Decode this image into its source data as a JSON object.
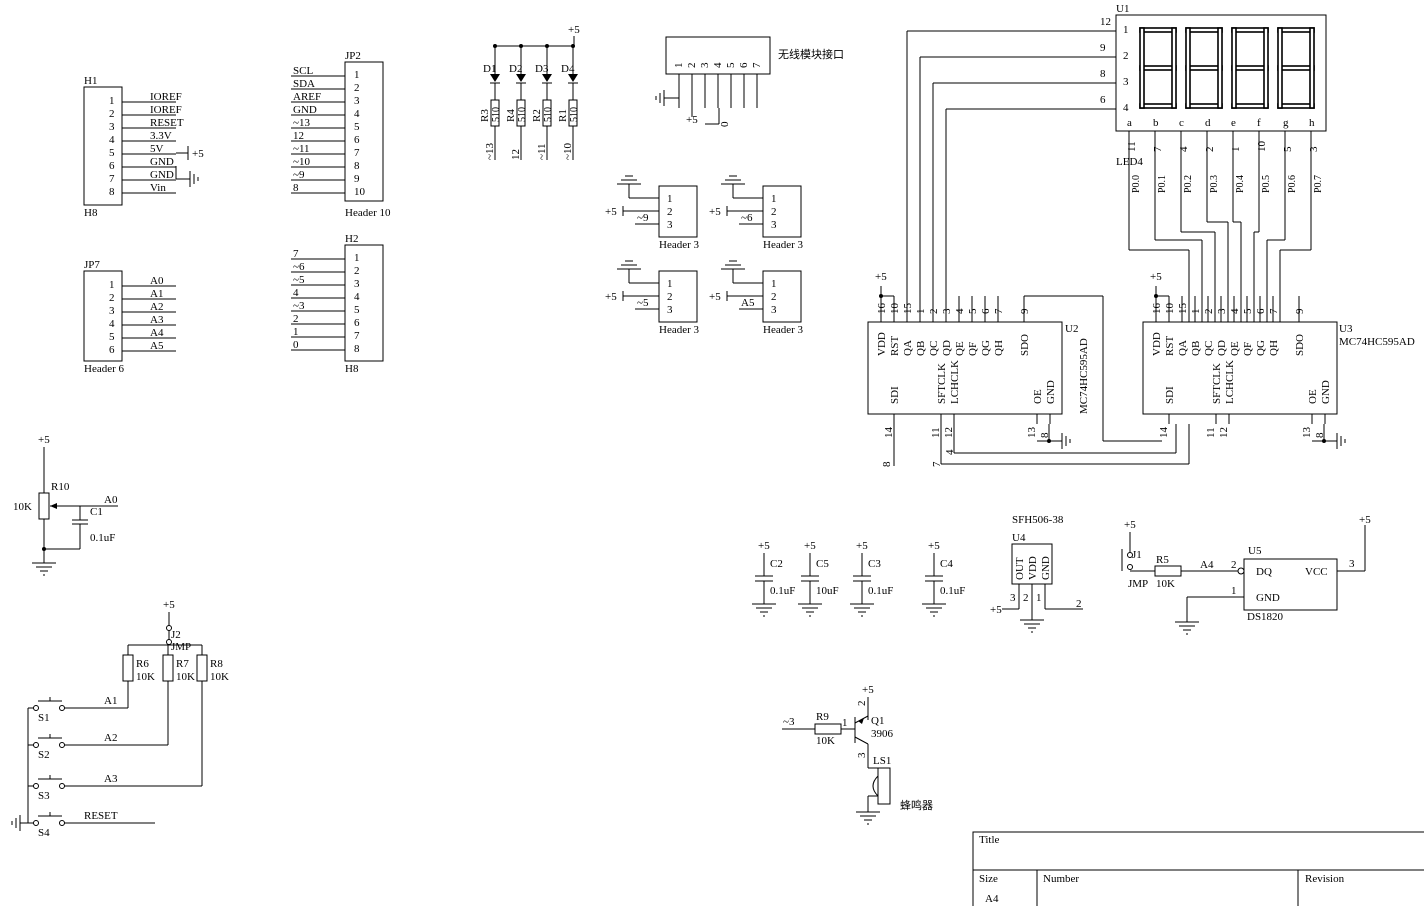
{
  "title_block": {
    "title_label": "Title",
    "size_label": "Size",
    "size_value": "A4",
    "number_label": "Number",
    "revision_label": "Revision"
  },
  "h1": {
    "ref": "H1",
    "footer": "H8",
    "pins": [
      "1",
      "2",
      "3",
      "4",
      "5",
      "6",
      "7",
      "8"
    ],
    "nets": [
      "IOREF",
      "IOREF",
      "RESET",
      "3.3V",
      "5V",
      "GND",
      "GND",
      "Vin"
    ],
    "pwr": "+5"
  },
  "jp2": {
    "ref": "JP2",
    "footer": "Header 10",
    "pins": [
      "1",
      "2",
      "3",
      "4",
      "5",
      "6",
      "7",
      "8",
      "9",
      "10"
    ],
    "nets": [
      "SCL",
      "SDA",
      "AREF",
      "GND",
      "~13",
      "12",
      "~11",
      "~10",
      "~9",
      "8"
    ]
  },
  "h2": {
    "ref": "H2",
    "footer": "H8",
    "pins": [
      "1",
      "2",
      "3",
      "4",
      "5",
      "6",
      "7",
      "8"
    ],
    "nets": [
      "7",
      "~6",
      "~5",
      "4",
      "~3",
      "2",
      "1",
      "0"
    ]
  },
  "jp7": {
    "ref": "JP7",
    "footer": "Header 6",
    "pins": [
      "1",
      "2",
      "3",
      "4",
      "5",
      "6"
    ],
    "nets": [
      "A0",
      "A1",
      "A2",
      "A3",
      "A4",
      "A5"
    ]
  },
  "leds": {
    "pwr": "+5",
    "items": [
      {
        "d": "D1",
        "r": "R3",
        "val": "510",
        "net": "~13"
      },
      {
        "d": "D2",
        "r": "R4",
        "val": "510",
        "net": "12"
      },
      {
        "d": "D3",
        "r": "R2",
        "val": "510",
        "net": "~11"
      },
      {
        "d": "D4",
        "r": "R1",
        "val": "510",
        "net": "~10"
      }
    ]
  },
  "wireless": {
    "label": "无线模块接口",
    "pins": [
      "1",
      "2",
      "3",
      "4",
      "5",
      "6",
      "7"
    ],
    "pwr": "+5",
    "zero": "0"
  },
  "servo_headers": {
    "footer": "Header 3",
    "pins": [
      "1",
      "2",
      "3"
    ],
    "pwr": "+5",
    "items": [
      {
        "net": "~9"
      },
      {
        "net": "~6"
      },
      {
        "net": "~5"
      },
      {
        "net": "A5"
      }
    ]
  },
  "u1": {
    "ref": "U1",
    "footer": "LED4",
    "left_pins": [
      "1",
      "2",
      "3",
      "4"
    ],
    "left_nets": [
      "12",
      "9",
      "8",
      "6"
    ],
    "seg_names": [
      "a",
      "b",
      "c",
      "d",
      "e",
      "f",
      "g",
      "h"
    ],
    "seg_pins": [
      "11",
      "7",
      "4",
      "2",
      "1",
      "10",
      "5",
      "3"
    ],
    "seg_nets": [
      "P0.0",
      "P0.1",
      "P0.2",
      "P0.3",
      "P0.4",
      "P0.5",
      "P0.6",
      "P0.7"
    ]
  },
  "u2": {
    "ref": "U2",
    "part": "MC74HC595AD",
    "top_pins": [
      "16",
      "10",
      "15",
      "1",
      "2",
      "3",
      "4",
      "5",
      "6",
      "7",
      "9"
    ],
    "top_names": [
      "VDD",
      "RST",
      "QA",
      "QB",
      "QC",
      "QD",
      "QE",
      "QF",
      "QG",
      "QH",
      "SDO"
    ],
    "bot_names": [
      "SDI",
      "SFTCLK",
      "LCHCLK",
      "OE",
      "GND"
    ],
    "bot_pins": [
      "14",
      "11",
      "12",
      "13",
      "8"
    ],
    "bot_nets": [
      "8",
      "7",
      "4"
    ],
    "pwr": "+5"
  },
  "u3": {
    "ref": "U3",
    "part": "MC74HC595AD",
    "pwr": "+5"
  },
  "r10": {
    "ref": "R10",
    "value": "10K",
    "net": "A0",
    "pwr": "+5",
    "cap_ref": "C1",
    "cap_val": "0.1uF"
  },
  "buttons": {
    "pwr": "+5",
    "jumper_ref": "J2",
    "jumper_val": "JMP",
    "resistors": [
      {
        "ref": "R6",
        "val": "10K"
      },
      {
        "ref": "R7",
        "val": "10K"
      },
      {
        "ref": "R8",
        "val": "10K"
      }
    ],
    "switches": [
      {
        "ref": "S1",
        "net": "A1"
      },
      {
        "ref": "S2",
        "net": "A2"
      },
      {
        "ref": "S3",
        "net": "A3"
      },
      {
        "ref": "S4",
        "net": "RESET"
      }
    ]
  },
  "caps": [
    {
      "ref": "C2",
      "val": "0.1uF"
    },
    {
      "ref": "C5",
      "val": "10uF"
    },
    {
      "ref": "C3",
      "val": "0.1uF"
    },
    {
      "ref": "C4",
      "val": "0.1uF"
    }
  ],
  "caps_pwr": "+5",
  "u4": {
    "ref": "U4",
    "part": "SFH506-38",
    "pins": [
      "OUT",
      "VDD",
      "GND"
    ],
    "pin_nums": [
      "3",
      "2",
      "1"
    ],
    "net": "2",
    "pwr": "+5"
  },
  "u5": {
    "ref": "U5",
    "part": "DS1820",
    "dq": "DQ",
    "vcc": "VCC",
    "gnd": "GND",
    "pin_dq": "2",
    "pin_vcc": "3",
    "pin_gnd": "1",
    "pwr": "+5",
    "jumper_ref": "J1",
    "jumper_val": "JMP",
    "r_ref": "R5",
    "r_val": "10K",
    "net": "A4"
  },
  "q1": {
    "ref": "Q1",
    "part": "3906",
    "pwr": "+5",
    "r_ref": "R9",
    "r_val": "10K",
    "net": "~3",
    "pin_b": "1",
    "pin_e": "2",
    "pin_c": "3",
    "spk_ref": "LS1",
    "spk_name": "蜂鸣器"
  }
}
